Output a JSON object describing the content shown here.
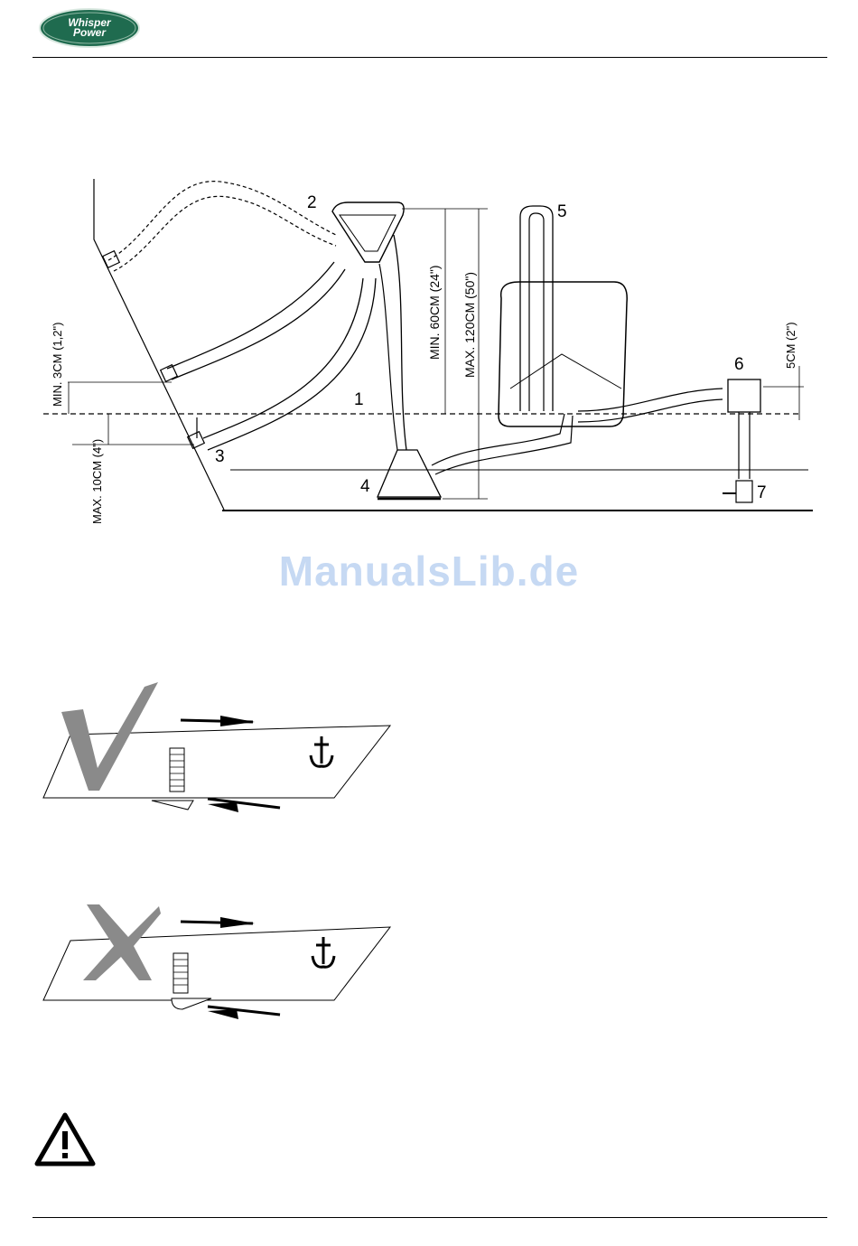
{
  "header": {
    "logo_line1": "Whisper",
    "logo_line2": "Power"
  },
  "diagram": {
    "labels": {
      "n1": "1",
      "n2": "2",
      "n3": "3",
      "n4": "4",
      "n5": "5",
      "n6": "6",
      "n7": "7"
    },
    "dimensions": {
      "min_3cm": "MIN. 3CM (1,2\")",
      "max_10cm": "MAX. 10CM (4\")",
      "min_60cm": "MIN. 60CM (24\")",
      "max_120cm": "MAX. 120CM (50\")",
      "cm_5": "5CM (2\")"
    }
  },
  "watermark": "ManualsLib.de",
  "colors": {
    "logo_green": "#1f6b4f",
    "watermark": "#c6d9f3",
    "check_grey": "#8a8a8a"
  },
  "icons": {
    "correct": "checkmark-icon",
    "wrong": "cross-icon",
    "anchor": "anchor-icon",
    "warning": "warning-triangle-icon"
  }
}
